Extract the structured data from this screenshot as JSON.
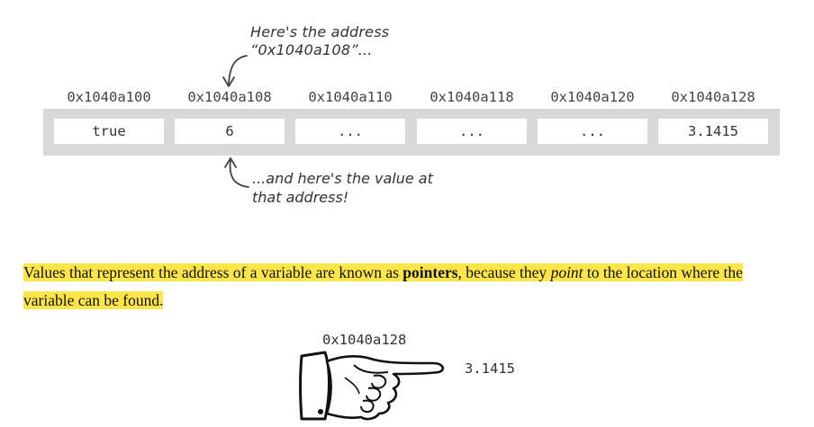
{
  "annotation_top": {
    "line1": "Here's the address",
    "line2": "“0x1040a108”..."
  },
  "addresses": [
    "0x1040a100",
    "0x1040a108",
    "0x1040a110",
    "0x1040a118",
    "0x1040a120",
    "0x1040a128"
  ],
  "cells": [
    "true",
    "6",
    "...",
    "...",
    "...",
    "3.1415"
  ],
  "annotation_bottom": {
    "line1": "...and here's the value at",
    "line2": "that address!"
  },
  "paragraph": {
    "part1": "Values that represent the address of a variable are known as ",
    "bold": "pointers",
    "part2": ", because they ",
    "italic": "point",
    "part3": " to the location where the variable can be found."
  },
  "pointer_illustration": {
    "address": "0x1040a128",
    "value": "3.1415",
    "icon": "pointing-hand-icon"
  },
  "colors": {
    "highlight": "#fde54a",
    "memory_strip": "#d9d9d9"
  }
}
